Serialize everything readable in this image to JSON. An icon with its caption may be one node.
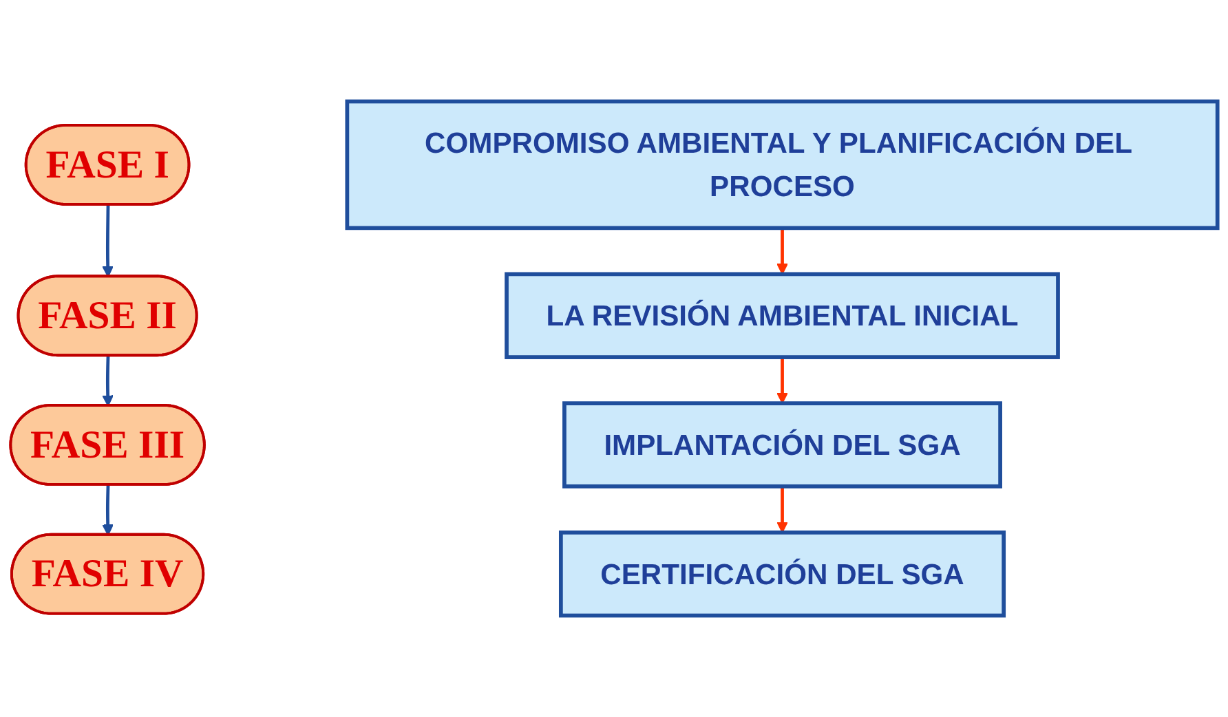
{
  "diagram": {
    "nodes": [
      {
        "text": [
          "FASE I"
        ]
      },
      {
        "text": [
          "FASE II"
        ]
      },
      {
        "text": [
          "FASE III"
        ]
      },
      {
        "text": [
          "FASE IV"
        ]
      },
      {
        "text": [
          "COMPROMISO AMBIENTAL Y PLANIFICACIÓN DEL PROCESO"
        ]
      },
      {
        "text": [
          "LA REVISIÓN AMBIENTAL INICIAL"
        ]
      },
      {
        "text": [
          "IMPLANTACIÓN DEL SGA"
        ]
      },
      {
        "text": [
          "CERTIFICACIÓN DEL SGA"
        ]
      }
    ],
    "edges": [
      {
        "from": 0,
        "to": 1,
        "arrow": "to",
        "color": "#1f4e9c"
      },
      {
        "from": 1,
        "to": 2,
        "arrow": "to",
        "color": "#1f4e9c"
      },
      {
        "from": 2,
        "to": 3,
        "arrow": "to",
        "color": "#1f4e9c"
      },
      {
        "from": 4,
        "to": 5,
        "arrow": "to",
        "color": "#ff3300"
      },
      {
        "from": 5,
        "to": 6,
        "arrow": "to",
        "color": "#ff3300"
      },
      {
        "from": 6,
        "to": 7,
        "arrow": "to",
        "color": "#ff3300"
      }
    ]
  }
}
